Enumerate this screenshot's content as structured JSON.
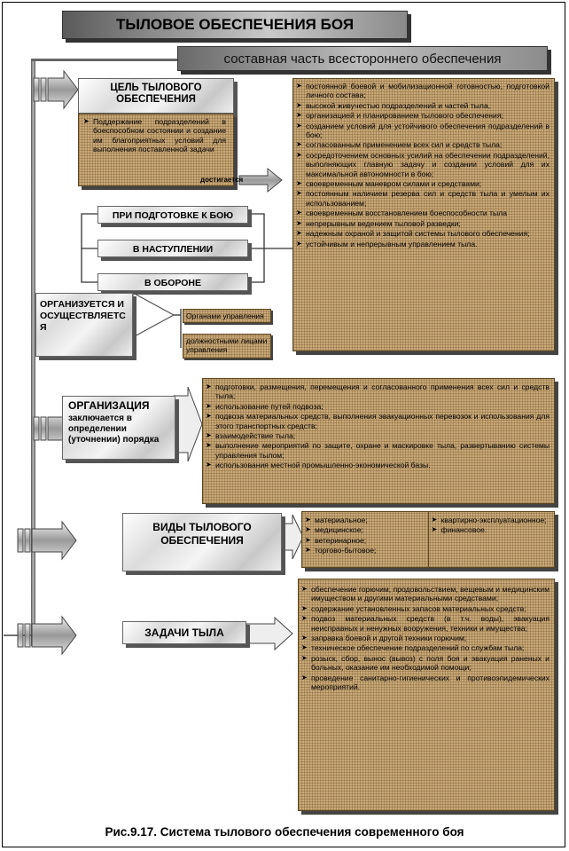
{
  "title": "ТЫЛОВОЕ ОБЕСПЕЧЕНИЯ БОЯ",
  "subtitle": "составная часть всестороннего обеспечения",
  "goal": {
    "heading": "ЦЕЛЬ ТЫЛОВОГО ОБЕСПЕЧЕНИЯ",
    "text": "Поддержание подразделений в боеспособном состоянии и создание им благоприятных условий для выполнения поставленной задачи",
    "achieved": "достигается"
  },
  "achieved_items": [
    "постоянной боевой и мобилизационной готовностью, подготовкой личного состава;",
    "высокой живучестью подразделений и частей тыла,",
    "организацией и планированием тылового обеспечения;",
    "созданием условий для устойчивого обеспечения подразделений в бою;",
    "согласованным применением всех сил и средств тыла;",
    "сосредоточением основных усилий на обеспечении подразделений, выполняющих главную задачу и создании условий для их максимальной автономности в бою;",
    "своевременным маневром силами и средствами;",
    "постоянным наличием резерва сил и средств тыла и умелым их использованием;",
    "своевременным восстановлением боеспособности тыла",
    "непрерывным ведением тыловой разведки;",
    "надежным охраной и защитой системы тылового обеспечения;",
    "устойчивым и непрерывным управлением тыла."
  ],
  "phases": [
    "ПРИ ПОДГОТОВКЕ К БОЮ",
    "В НАСТУПЛЕНИИ",
    "В ОБОРОНЕ"
  ],
  "organized": {
    "heading": "ОРГАНИЗУЕТСЯ И ОСУЩЕСТВЛЯЕТСЯ",
    "by1": "Органами управления",
    "by2": "должностными лицами управления"
  },
  "organization": {
    "heading": "ОРГАНИЗАЦИЯ",
    "text": "заключается в определении (уточнении) порядка",
    "items": [
      "подготовки, размещения, перемещения и согласованного применения всех сил и средств тыла;",
      "использование путей подвоза;",
      "подвоза материальных средств, выполнения эвакуационных перевозок и использования для этого транспортных средств;",
      "взаимодействие тыла;",
      "выполнение мероприятий по защите, охране и маскировке тыла, развертыванию системы управления тылом;",
      "использования местной промышленно-экономической базы."
    ]
  },
  "types": {
    "heading": "ВИДЫ ТЫЛОВОГО ОБЕСПЕЧЕНИЯ",
    "left": [
      "материальное;",
      "медицинское;",
      "ветеринарное;",
      "торгово-бытовое;"
    ],
    "right": [
      "квартирно-эксплуатационное;",
      "финансовое."
    ]
  },
  "tasks": {
    "heading": "ЗАДАЧИ ТЫЛА",
    "items": [
      "обеспечение горючим, продовольствием, вещевым и медицинским имуществом и другими материальными средствами;",
      "содержание установленных запасов материальных средств;",
      "подвоз материальных средств (в т.ч. воды), эвакуация неисправных и ненужных вооружения, техники и имущества;",
      "заправка боевой и другой техники горючим;",
      "техническое обеспечение подразделений по службам тыла;",
      "розыск, сбор, вынос (вывоз) с поля боя и эвакуация раненых и больных, оказание им необходимой помощи;",
      "проведение санитарно-гигиенических и противоэпидемических мероприятий."
    ]
  },
  "caption": "Рис.9.17. Система тылового обеспечения современного боя"
}
